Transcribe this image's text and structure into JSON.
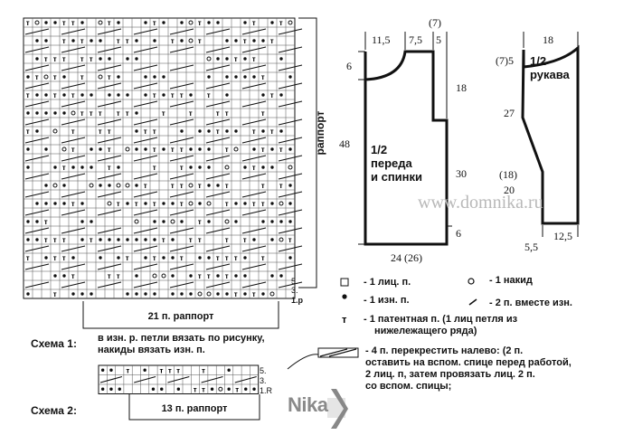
{
  "chart1": {
    "repeat_label": "раппорт",
    "bottom_repeat_label": "21 п. раппорт",
    "row_markers": [
      "5.",
      "3.",
      "1.р"
    ]
  },
  "scheme1": {
    "label": "Схема 1:",
    "note_line1": "в изн. р.  петли вязать по рисунку,",
    "note_line2": "накиды вязать изн. п."
  },
  "chart2": {
    "row_markers": [
      "5.",
      "3.",
      "1.R"
    ],
    "repeat_label": "13 п. раппорт"
  },
  "scheme2": {
    "label": "Схема 2:"
  },
  "front_back": {
    "title_line1": "1/2",
    "title_line2": "переда",
    "title_line3": "и спинки",
    "dims": {
      "top_7": "(7)",
      "top_11_5": "11,5",
      "top_7_5": "7,5",
      "top_5": "5",
      "neck_6": "6",
      "armhole_18": "18",
      "total_48": "48",
      "side_30": "30",
      "hem_6": "6",
      "width": "24 (26)"
    }
  },
  "sleeve": {
    "title_line1": "1/2",
    "title_line2": "рукава",
    "dims": {
      "top_18": "18",
      "cap_7_5": "(7)5",
      "len_27": "27",
      "len_18": "(18)",
      "len_20": "20",
      "cuff_5_5": "5,5",
      "cuff_12_5": "12,5"
    }
  },
  "watermark": "www.domnika.ru",
  "logo": "Nika",
  "legend": {
    "knit": "- 1 лиц. п.",
    "purl": "- 1 изн. п.",
    "yo": "- 1 накид",
    "k2tog": "- 2 п. вместе изн.",
    "patent_line1": "- 1  патентная п. (1 лиц петля из",
    "patent_line2": "нижележащего ряда)",
    "cable_line1": "- 4 п. перекрестить налево: (2 п.",
    "cable_line2": "оставить на вспом. спице перед работой,",
    "cable_line3": "2 лиц. п, затем провязать лиц. 2 п.",
    "cable_line4": "со вспом. спицы;"
  },
  "icons": {
    "knit": "empty-square-icon",
    "purl": "filled-dot-icon",
    "yo": "open-circle-icon",
    "k2tog": "slash-icon",
    "patent": "t-letter-icon",
    "cable": "cable-cross-icon"
  }
}
